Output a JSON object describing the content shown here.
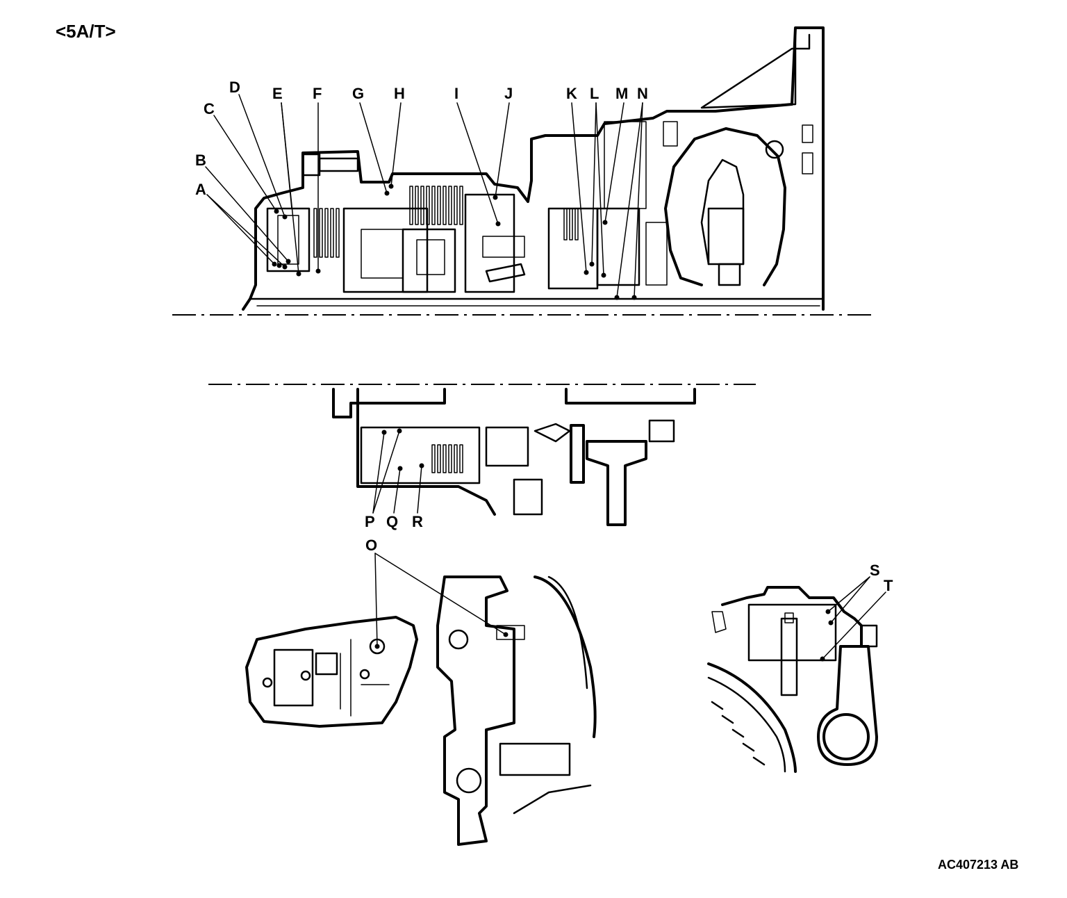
{
  "header": {
    "variant_label": "<5A/T>"
  },
  "figure_id": "AC407213 AB",
  "callouts": {
    "A": "A",
    "B": "B",
    "C": "C",
    "D": "D",
    "E": "E",
    "F": "F",
    "G": "G",
    "H": "H",
    "I": "I",
    "J": "J",
    "K": "K",
    "L": "L",
    "M": "M",
    "N": "N",
    "O": "O",
    "P": "P",
    "Q": "Q",
    "R": "R",
    "S": "S",
    "T": "T"
  }
}
